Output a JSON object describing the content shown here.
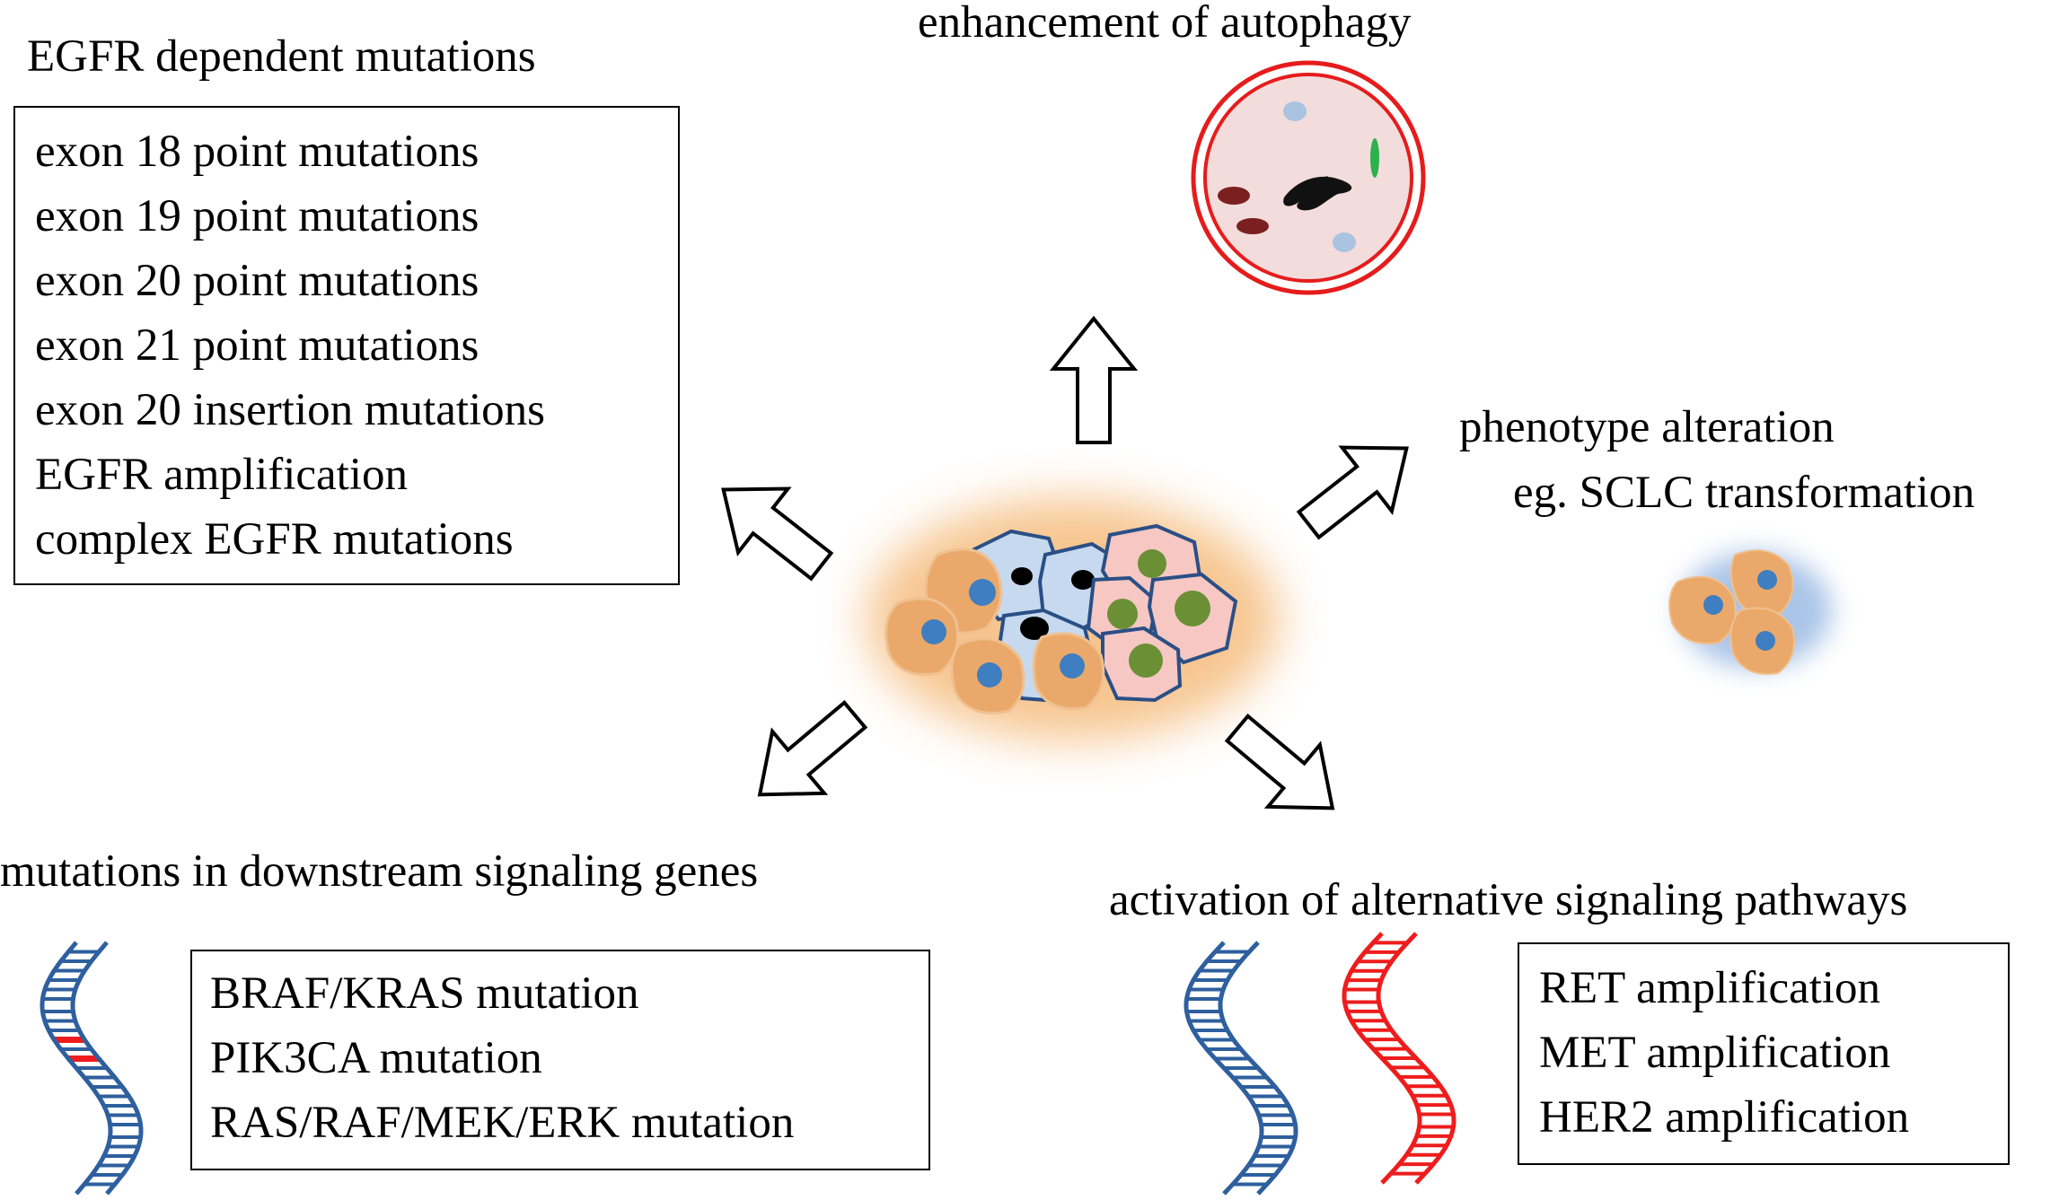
{
  "egfr_section": {
    "title": "EGFR dependent mutations",
    "items": [
      "exon 18 point mutations",
      "exon 19 point mutations",
      "exon 20 point mutations",
      "exon 21 point mutations",
      "exon 20 insertion mutations",
      "EGFR amplification",
      "complex EGFR mutations"
    ]
  },
  "autophagy_section": {
    "title": "enhancement of autophagy"
  },
  "phenotype_section": {
    "title": "phenotype alteration",
    "subtitle": "eg. SCLC transformation"
  },
  "downstream_section": {
    "title": "mutations in downstream signaling genes",
    "items": [
      "BRAF/KRAS mutation",
      "PIK3CA mutation",
      "RAS/RAF/MEK/ERK mutation"
    ]
  },
  "alternative_section": {
    "title": "activation of alternative signaling pathways",
    "items": [
      "RET amplification",
      "MET amplification",
      "HER2 amplification"
    ]
  },
  "colors": {
    "dna_blue": "#2e5f9e",
    "dna_red": "#ee1c1c",
    "cell_orange": "#eaa96a",
    "cell_blue": "#c6d9ee",
    "cell_pink": "#f6c7c3",
    "autophagosome_ring": "#e61c1c"
  }
}
